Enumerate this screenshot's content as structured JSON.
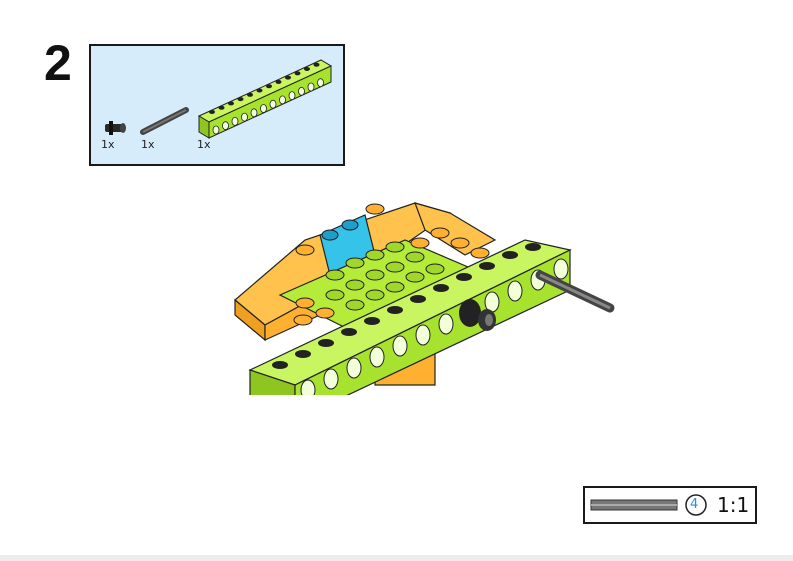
{
  "step": {
    "number": "2"
  },
  "parts": [
    {
      "name": "connector-peg",
      "quantity": "1x"
    },
    {
      "name": "axle",
      "quantity": "1x"
    },
    {
      "name": "beam-13",
      "quantity": "1x"
    }
  ],
  "ruler": {
    "length": "4",
    "scale": "1:1"
  },
  "colors": {
    "lime": "#a6e22e",
    "orange": "#ffb347",
    "azure": "#36c3ea",
    "dark-gray": "#555555",
    "parts-bg": "#d6ecfb"
  }
}
